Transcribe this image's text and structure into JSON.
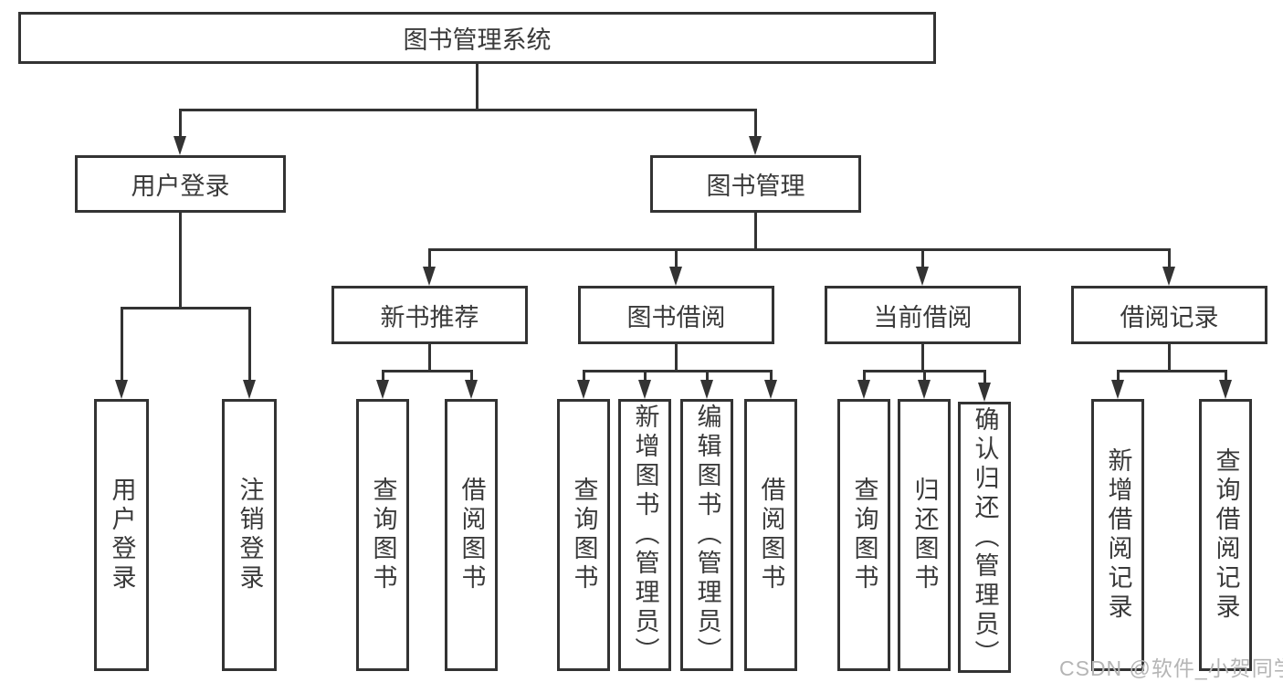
{
  "root": {
    "label": "图书管理系统"
  },
  "level2": [
    {
      "label": "用户登录"
    },
    {
      "label": "图书管理"
    }
  ],
  "level3": [
    {
      "label": "新书推荐"
    },
    {
      "label": "图书借阅"
    },
    {
      "label": "当前借阅"
    },
    {
      "label": "借阅记录"
    }
  ],
  "leaves": {
    "login": [
      "用户登录",
      "注销登录"
    ],
    "newbook": [
      "查询图书",
      "借阅图书"
    ],
    "borrow": [
      "查询图书",
      "新增图书（管理员）",
      "编辑图书（管理员）",
      "借阅图书"
    ],
    "current": [
      "查询图书",
      "归还图书",
      "确认归还（管理员）"
    ],
    "record": [
      "新增借阅记录",
      "查询借阅记录"
    ]
  },
  "watermark": "CSDN @软件_小贺同学",
  "colors": {
    "line": "#333333",
    "box_bg": "#ffffff",
    "text": "#3a3a3a",
    "watermark": "#b5b5b5"
  }
}
